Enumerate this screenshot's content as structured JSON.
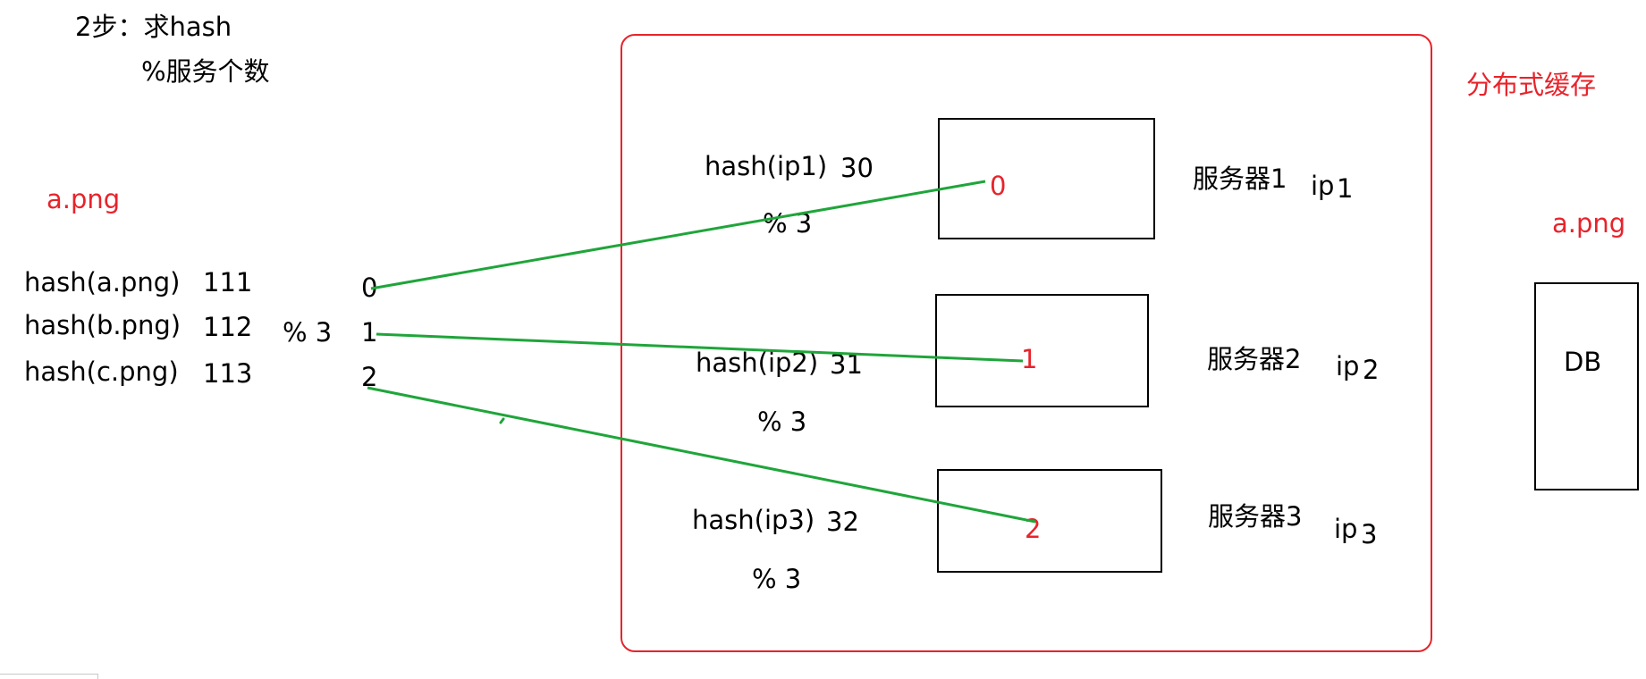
{
  "step": {
    "title": "2步：求hash",
    "modulo": "%服务个数"
  },
  "left": {
    "file_label": "a.png",
    "rows": [
      {
        "expr": "hash(a.png)",
        "value": "111",
        "result": "0"
      },
      {
        "expr": "hash(b.png)",
        "value": "112",
        "result": "1"
      },
      {
        "expr": "hash(c.png)",
        "value": "113",
        "result": "2"
      }
    ],
    "modulo": "% 3"
  },
  "cluster": {
    "label": "分布式缓存",
    "servers": [
      {
        "hash_expr": "hash(ip1)",
        "hash_value": "30",
        "modulo": "% 3",
        "slot": "0",
        "name": "服务器1",
        "ip": "ip",
        "ip_num": "1"
      },
      {
        "hash_expr": "hash(ip2)",
        "hash_value": "31",
        "modulo": "% 3",
        "slot": "1",
        "name": "服务器2",
        "ip": "ip",
        "ip_num": "2"
      },
      {
        "hash_expr": "hash(ip3)",
        "hash_value": "32",
        "modulo": "% 3",
        "slot": "2",
        "name": "服务器3",
        "ip": "ip",
        "ip_num": "3"
      }
    ]
  },
  "db": {
    "file_label": "a.png",
    "label": "DB"
  },
  "colors": {
    "accent_red": "#e8232b",
    "line_green": "#1fa53a",
    "box_black": "#000000"
  }
}
